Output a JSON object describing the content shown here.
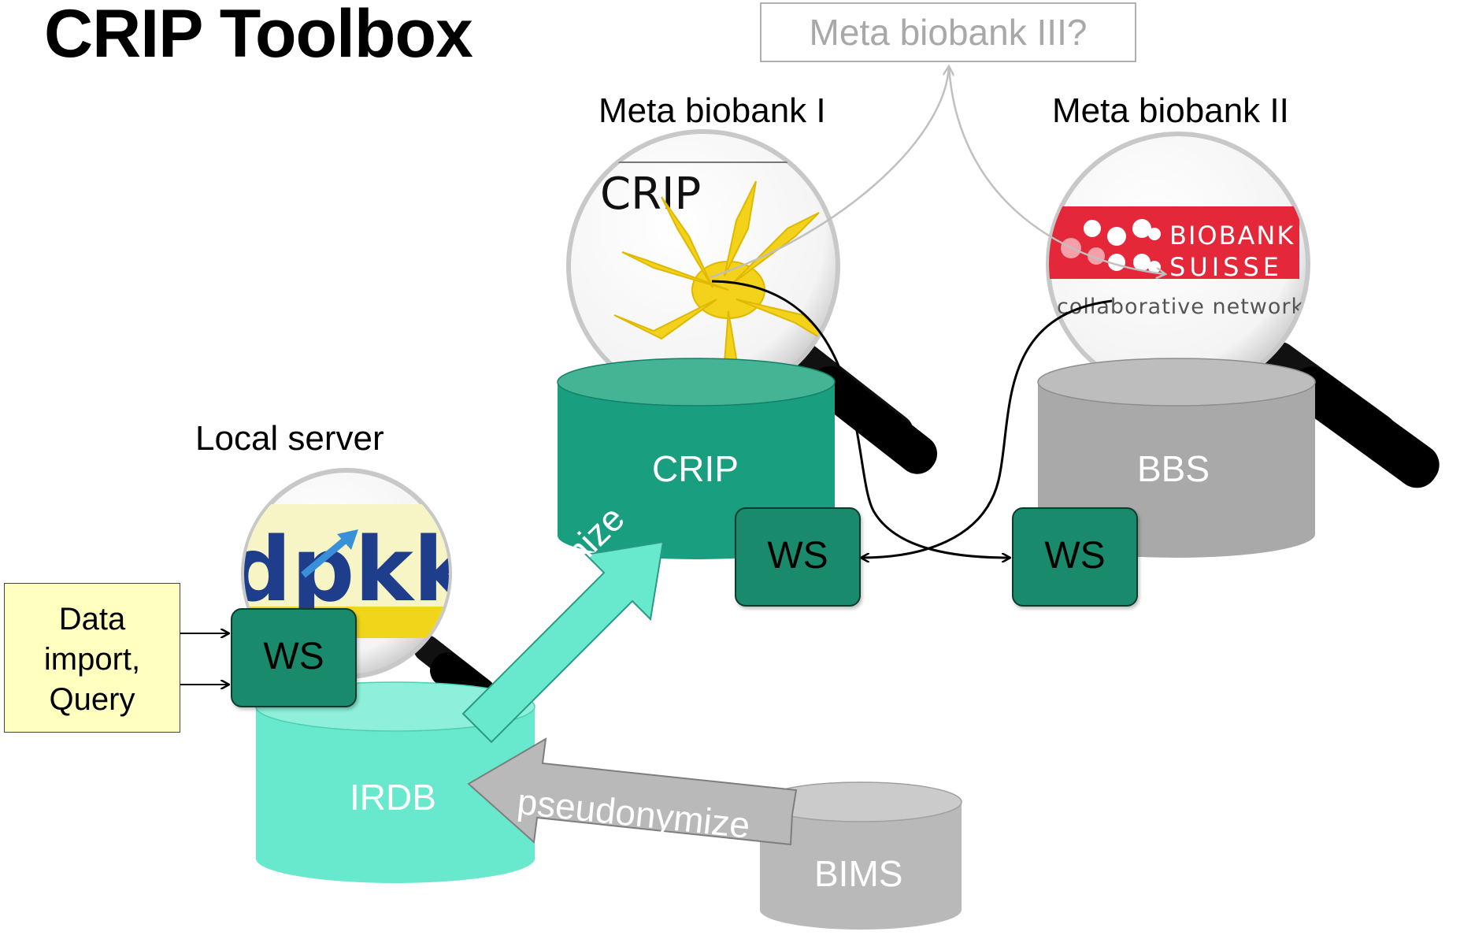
{
  "title": "CRIP Toolbox",
  "labels": {
    "meta3": "Meta biobank III?",
    "meta1": "Meta biobank I",
    "meta2": "Meta biobank II",
    "local_server": "Local server"
  },
  "databases": {
    "crip": "CRIP",
    "bbs": "BBS",
    "irdb": "IRDB",
    "bims": "BIMS"
  },
  "web_services": {
    "label": "WS"
  },
  "data_import": {
    "lines": [
      "Data",
      "import,",
      "Query"
    ]
  },
  "arrows": {
    "anonymize": "anonymize",
    "pseudonymize": "pseudonymize"
  },
  "magnifiers": {
    "crip_logo_text": "CRIP",
    "biobank_suisse_line1": "BIOBANK",
    "biobank_suisse_line2": "SUISSE",
    "biobank_suisse_tagline": "collaborative network",
    "dpkk_logo_text": "dpkk"
  },
  "colors": {
    "crip_db": "#1a9e80",
    "irdb": "#68e8cc",
    "bbs_db": "#a9a9a9",
    "bims_db": "#b9b9b9",
    "ws_box": "#1a8a6c",
    "note_bg": "#ffffbf",
    "anonymize_arrow": "#68e8cc",
    "pseudonymize_arrow": "#b9b9b9"
  }
}
